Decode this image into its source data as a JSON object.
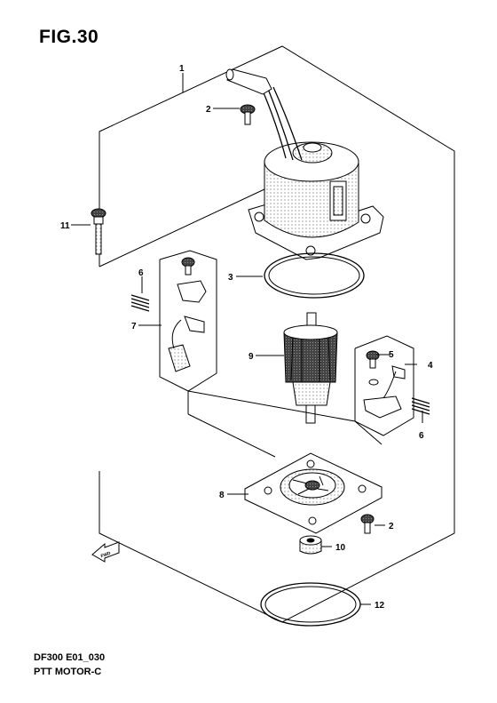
{
  "figure": {
    "title": "FIG.30",
    "code": "DF300 E01_030",
    "name": "PTT MOTOR-C"
  },
  "callouts": [
    {
      "id": "c1",
      "text": "1"
    },
    {
      "id": "c2a",
      "text": "2"
    },
    {
      "id": "c2b",
      "text": "2"
    },
    {
      "id": "c3",
      "text": "3"
    },
    {
      "id": "c4",
      "text": "4"
    },
    {
      "id": "c5",
      "text": "5"
    },
    {
      "id": "c6a",
      "text": "6"
    },
    {
      "id": "c6b",
      "text": "6"
    },
    {
      "id": "c7",
      "text": "7"
    },
    {
      "id": "c8",
      "text": "8"
    },
    {
      "id": "c9",
      "text": "9"
    },
    {
      "id": "c10",
      "text": "10"
    },
    {
      "id": "c11",
      "text": "11"
    },
    {
      "id": "c12",
      "text": "12"
    }
  ],
  "fwd_symbol": {
    "text": "FWD"
  }
}
